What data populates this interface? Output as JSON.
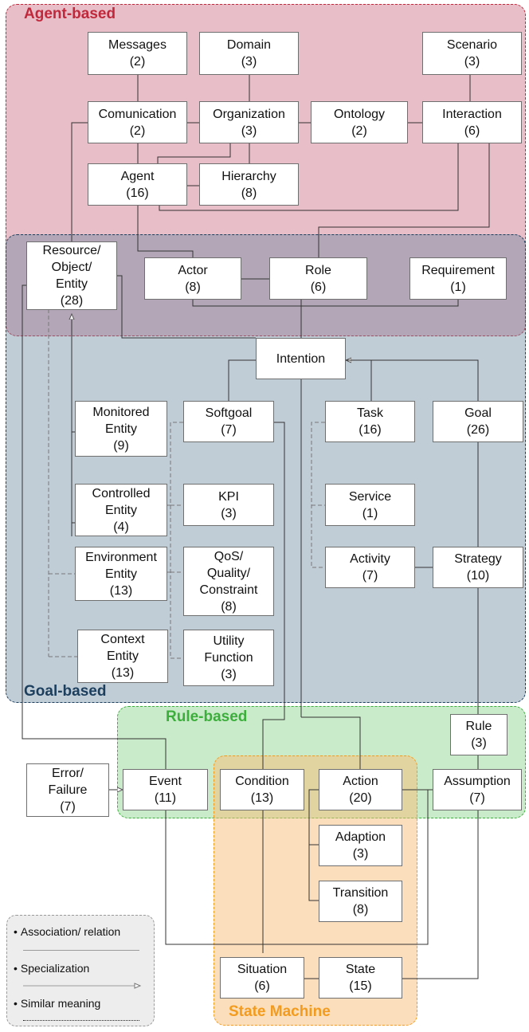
{
  "regions": {
    "agent": {
      "label": "Agent-based",
      "color": "#c0283b"
    },
    "goal": {
      "label": "Goal-based",
      "color": "#1d3f5e"
    },
    "rule": {
      "label": "Rule-based",
      "color": "#3cae3c"
    },
    "state": {
      "label": "State Machine",
      "color": "#f39b1e"
    }
  },
  "nodes": [
    {
      "id": "messages",
      "line1": "Messages",
      "line2": "(2)"
    },
    {
      "id": "domain",
      "line1": "Domain",
      "line2": "(3)"
    },
    {
      "id": "scenario",
      "line1": "Scenario",
      "line2": "(3)"
    },
    {
      "id": "comunication",
      "line1": "Comunication",
      "line2": "(2)"
    },
    {
      "id": "organization",
      "line1": "Organization",
      "line2": "(3)"
    },
    {
      "id": "ontology",
      "line1": "Ontology",
      "line2": "(2)"
    },
    {
      "id": "interaction",
      "line1": "Interaction",
      "line2": "(6)"
    },
    {
      "id": "agent",
      "line1": "Agent",
      "line2": "(16)"
    },
    {
      "id": "hierarchy",
      "line1": "Hierarchy",
      "line2": "(8)"
    },
    {
      "id": "resource",
      "line1": "Resource/",
      "line2": "Object/",
      "line3": "Entity",
      "line4": "(28)"
    },
    {
      "id": "actor",
      "line1": "Actor",
      "line2": "(8)"
    },
    {
      "id": "role",
      "line1": "Role",
      "line2": "(6)"
    },
    {
      "id": "requirement",
      "line1": "Requirement",
      "line2": "(1)"
    },
    {
      "id": "intention",
      "line1": "Intention"
    },
    {
      "id": "monitored",
      "line1": "Monitored",
      "line2": "Entity",
      "line3": "(9)"
    },
    {
      "id": "softgoal",
      "line1": "Softgoal",
      "line2": "(7)"
    },
    {
      "id": "task",
      "line1": "Task",
      "line2": "(16)"
    },
    {
      "id": "goal",
      "line1": "Goal",
      "line2": "(26)"
    },
    {
      "id": "controlled",
      "line1": "Controlled",
      "line2": "Entity",
      "line3": "(4)"
    },
    {
      "id": "kpi",
      "line1": "KPI",
      "line2": "(3)"
    },
    {
      "id": "service",
      "line1": "Service",
      "line2": "(1)"
    },
    {
      "id": "environment",
      "line1": "Environment",
      "line2": "Entity",
      "line3": "(13)"
    },
    {
      "id": "qos",
      "line1": "QoS/",
      "line2": "Quality/",
      "line3": "Constraint",
      "line4": "(8)"
    },
    {
      "id": "activity",
      "line1": "Activity",
      "line2": "(7)"
    },
    {
      "id": "strategy",
      "line1": "Strategy",
      "line2": "(10)"
    },
    {
      "id": "context",
      "line1": "Context",
      "line2": "Entity",
      "line3": "(13)"
    },
    {
      "id": "utility",
      "line1": "Utility",
      "line2": "Function",
      "line3": "(3)"
    },
    {
      "id": "rule",
      "line1": "Rule",
      "line2": "(3)"
    },
    {
      "id": "error",
      "line1": "Error/",
      "line2": "Failure",
      "line3": "(7)"
    },
    {
      "id": "event",
      "line1": "Event",
      "line2": "(11)"
    },
    {
      "id": "condition",
      "line1": "Condition",
      "line2": "(13)"
    },
    {
      "id": "action",
      "line1": "Action",
      "line2": "(20)"
    },
    {
      "id": "assumption",
      "line1": "Assumption",
      "line2": "(7)"
    },
    {
      "id": "adaption",
      "line1": "Adaption",
      "line2": "(3)"
    },
    {
      "id": "transition",
      "line1": "Transition",
      "line2": "(8)"
    },
    {
      "id": "situation",
      "line1": "Situation",
      "line2": "(6)"
    },
    {
      "id": "state",
      "line1": "State",
      "line2": "(15)"
    }
  ],
  "legend": {
    "association": "Association/ relation",
    "specialization": "Specialization",
    "similar": "Similar meaning"
  }
}
